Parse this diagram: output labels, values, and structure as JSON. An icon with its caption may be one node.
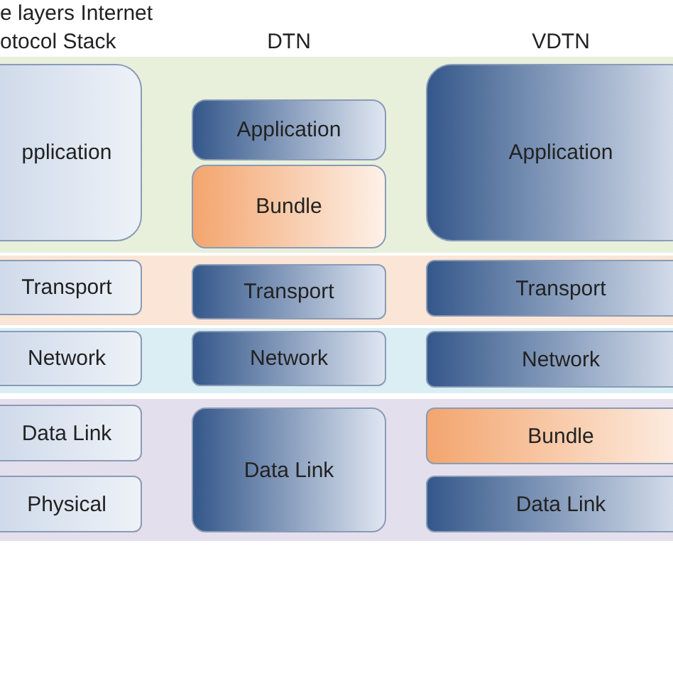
{
  "diagram": {
    "nodes": [
      {
        "text": [
          "pplication"
        ]
      },
      {
        "text": [
          "Application"
        ]
      },
      {
        "text": [
          "Application"
        ]
      },
      {
        "text": [
          "Bundle"
        ]
      },
      {
        "text": [
          "Transport"
        ]
      },
      {
        "text": [
          "Transport"
        ]
      },
      {
        "text": [
          "Transport"
        ]
      },
      {
        "text": [
          "Network"
        ]
      },
      {
        "text": [
          "Network"
        ]
      },
      {
        "text": [
          "Network"
        ]
      },
      {
        "text": [
          "Data Link"
        ]
      },
      {
        "text": [
          "Data Link"
        ]
      },
      {
        "text": [
          "Bundle"
        ]
      },
      {
        "text": [
          "Physical"
        ]
      },
      {
        "text": [
          "Data Link"
        ]
      }
    ],
    "edges": [],
    "labels": [
      "e layers Internet otocol Stack",
      "DTN",
      "VDTN"
    ]
  }
}
